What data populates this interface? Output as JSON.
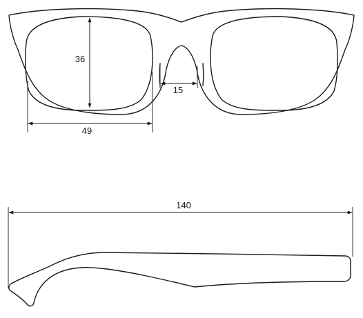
{
  "dimensions": {
    "lens_height": "36",
    "bridge_width": "15",
    "lens_width": "49",
    "temple_length": "140"
  },
  "colors": {
    "line": "#1a1a1a",
    "background": "#ffffff"
  }
}
